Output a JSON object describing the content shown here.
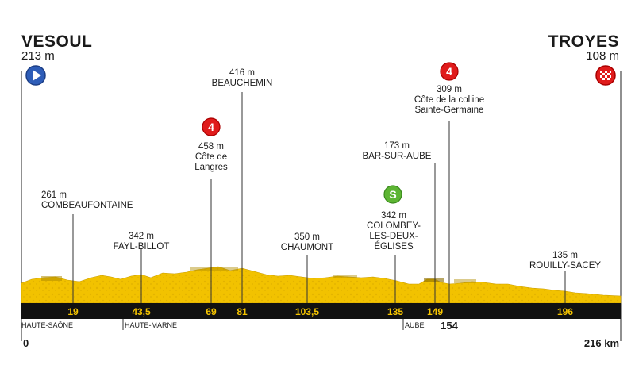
{
  "start": {
    "city": "VESOUL",
    "altitude": "213 m",
    "icon": "start-play-icon",
    "color": "#2e5db8"
  },
  "finish": {
    "city": "TROYES",
    "altitude": "108 m",
    "icon": "finish-checkered-icon",
    "color": "#e01b1b"
  },
  "climb_badge": {
    "text": "4",
    "color": "#e01b1b"
  },
  "sprint_badge": {
    "text": "S",
    "color": "#5db533"
  },
  "profile_color": "#f2c200",
  "points": [
    {
      "id": "combeaufontaine",
      "lines": [
        "261 m",
        "COMBEAUFONTAINE"
      ]
    },
    {
      "id": "fayl-billot",
      "lines": [
        "342 m",
        "FAYL-BILLOT"
      ]
    },
    {
      "id": "cote-de-langres",
      "lines": [
        "458 m",
        "Côte de",
        "Langres"
      ]
    },
    {
      "id": "beauchemin",
      "lines": [
        "416 m",
        "BEAUCHEMIN"
      ]
    },
    {
      "id": "chaumont",
      "lines": [
        "350 m",
        "CHAUMONT"
      ]
    },
    {
      "id": "colombey",
      "lines": [
        "342 m",
        "COLOMBEY-",
        "LES-DEUX-",
        "ÉGLISES"
      ]
    },
    {
      "id": "bar-sur-aube",
      "lines": [
        "173 m",
        "BAR-SUR-AUBE"
      ]
    },
    {
      "id": "cote-sainte-germaine",
      "lines": [
        "309 m",
        "Côte de la colline",
        "Sainte-Germaine"
      ]
    },
    {
      "id": "rouilly-sacey",
      "lines": [
        "135 m",
        "ROUILLY-SACEY"
      ]
    }
  ],
  "km_marks": [
    "19",
    "43,5",
    "69",
    "81",
    "103,5",
    "135",
    "149",
    "196"
  ],
  "km_154": "154",
  "regions": [
    "HAUTE-SAÔNE",
    "HAUTE-MARNE",
    "AUBE"
  ],
  "distance_start": "0",
  "distance_end": "216 km"
}
